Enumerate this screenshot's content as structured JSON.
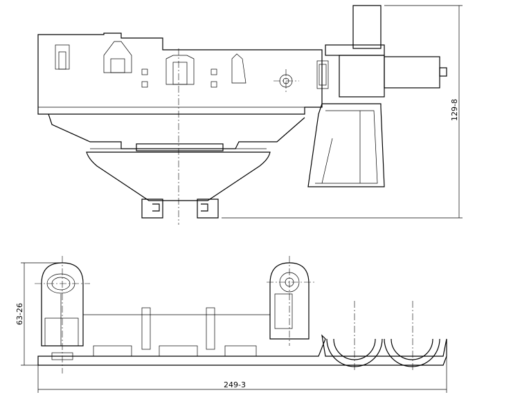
{
  "drawing": {
    "title": "Technical drawing – two views of a molded part",
    "dimensions": {
      "height_top_view": "129-8",
      "height_bottom_view": "63-26",
      "overall_length": "249-3"
    }
  }
}
